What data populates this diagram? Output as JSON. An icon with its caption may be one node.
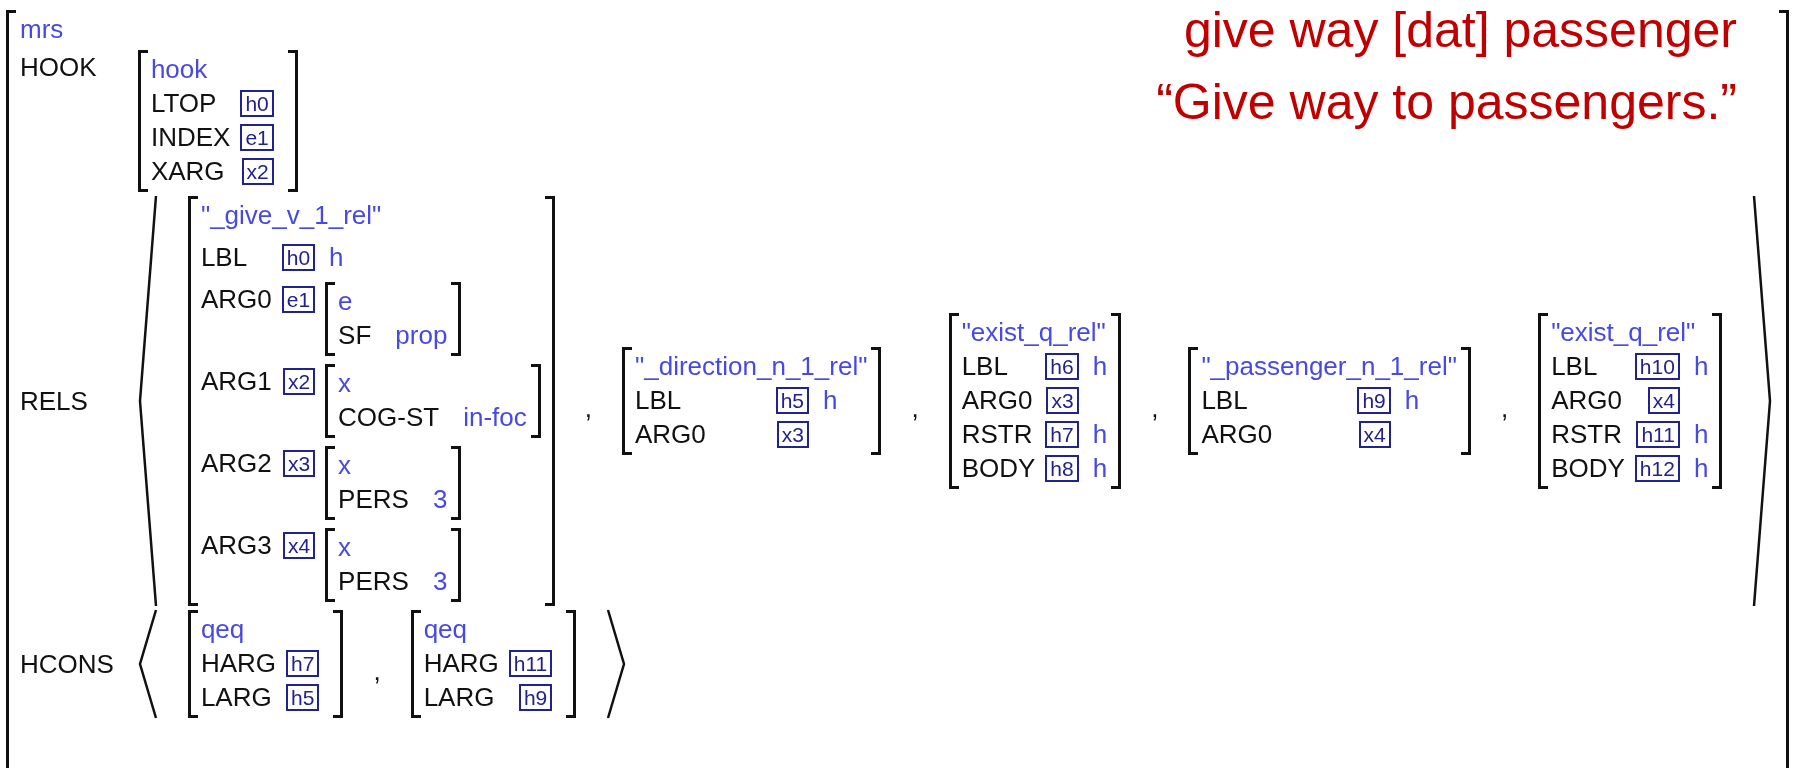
{
  "diagram": {
    "nodes": [
      {
        "text": [
          "mrs",
          "HOOK",
          "RELS",
          "HCONS"
        ]
      },
      {
        "text": [
          "hook",
          "LTOP",
          "INDEX",
          "XARG"
        ],
        "in": 0
      },
      {
        "text": [
          "h0"
        ],
        "in": 1
      },
      {
        "text": [
          "e1"
        ],
        "in": 1
      },
      {
        "text": [
          "x2"
        ],
        "in": 1
      },
      {
        "text": [
          "\"_give_v_1_rel\"",
          "LBL",
          "h",
          "ARG0",
          "ARG1",
          "ARG2",
          "ARG3"
        ],
        "in": 0
      },
      {
        "text": [
          "h0"
        ],
        "in": 5
      },
      {
        "text": [
          "e1"
        ],
        "in": 5
      },
      {
        "text": [
          "e",
          "SF",
          "prop"
        ],
        "in": 5
      },
      {
        "text": [
          "x2"
        ],
        "in": 5
      },
      {
        "text": [
          "x",
          "COG-ST",
          "in-foc"
        ],
        "in": 5
      },
      {
        "text": [
          "x3"
        ],
        "in": 5
      },
      {
        "text": [
          "x",
          "PERS",
          "3"
        ],
        "in": 5
      },
      {
        "text": [
          "x4"
        ],
        "in": 5
      },
      {
        "text": [
          "x",
          "PERS",
          "3"
        ],
        "in": 5
      },
      {
        "text": [
          "\"_direction_n_1_rel\"",
          "LBL",
          "h",
          "ARG0"
        ],
        "in": 0
      },
      {
        "text": [
          "h5"
        ],
        "in": 15
      },
      {
        "text": [
          "x3"
        ],
        "in": 15
      },
      {
        "text": [
          "\"exist_q_rel\"",
          "LBL",
          "h",
          "ARG0",
          "RSTR",
          "h",
          "BODY",
          "h"
        ],
        "in": 0
      },
      {
        "text": [
          "h6"
        ],
        "in": 18
      },
      {
        "text": [
          "x3"
        ],
        "in": 18
      },
      {
        "text": [
          "h7"
        ],
        "in": 18
      },
      {
        "text": [
          "h8"
        ],
        "in": 18
      },
      {
        "text": [
          "\"_passenger_n_1_rel\"",
          "LBL",
          "h",
          "ARG0"
        ],
        "in": 0
      },
      {
        "text": [
          "h9"
        ],
        "in": 23
      },
      {
        "text": [
          "x4"
        ],
        "in": 23
      },
      {
        "text": [
          "\"exist_q_rel\"",
          "LBL",
          "h",
          "ARG0",
          "RSTR",
          "h",
          "BODY",
          "h"
        ],
        "in": 0
      },
      {
        "text": [
          "h10"
        ],
        "in": 26
      },
      {
        "text": [
          "x4"
        ],
        "in": 26
      },
      {
        "text": [
          "h11"
        ],
        "in": 26
      },
      {
        "text": [
          "h12"
        ],
        "in": 26
      },
      {
        "text": [
          "qeq",
          "HARG",
          "LARG"
        ],
        "in": 0
      },
      {
        "text": [
          "h7"
        ],
        "in": 31
      },
      {
        "text": [
          "h5"
        ],
        "in": 31
      },
      {
        "text": [
          "qeq",
          "HARG",
          "LARG"
        ],
        "in": 0
      },
      {
        "text": [
          "h11"
        ],
        "in": 34
      },
      {
        "text": [
          "h9"
        ],
        "in": 34
      }
    ],
    "labels": [
      "give way [dat] passenger",
      "“Give way to passengers.”",
      ",",
      ",",
      ",",
      ",",
      ","
    ]
  }
}
